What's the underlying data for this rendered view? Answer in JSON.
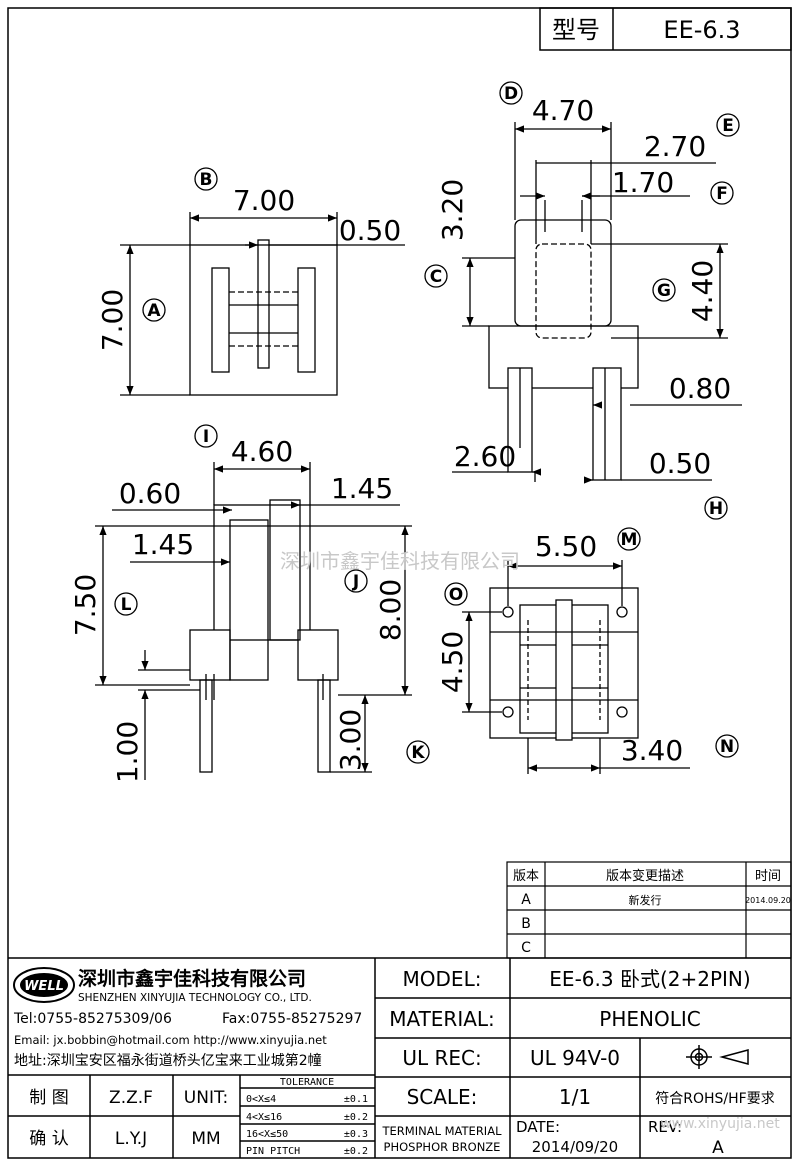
{
  "header": {
    "model_label": "型号",
    "model_value": "EE-6.3"
  },
  "dimensions": {
    "b_width": "7.00",
    "b_pin": "0.50",
    "a_height": "7.00",
    "d_width": "4.70",
    "e_width": "2.70",
    "f_width": "1.70",
    "c_height": "3.20",
    "g_height": "4.40",
    "pin_080": "0.80",
    "pin_260": "2.60",
    "pin_050": "0.50",
    "i_width": "4.60",
    "w_060": "0.60",
    "w_145_top": "1.45",
    "w_145_left": "1.45",
    "l_height": "7.50",
    "j_height": "8.00",
    "k_100": "1.00",
    "k_300": "3.00",
    "m_width": "5.50",
    "o_height": "4.50",
    "n_width": "3.40"
  },
  "markers": [
    "A",
    "B",
    "C",
    "D",
    "E",
    "F",
    "G",
    "H",
    "I",
    "J",
    "K",
    "L",
    "M",
    "N",
    "O"
  ],
  "watermark": "深圳市鑫宇佳科技有限公司",
  "watermark_url": "www.xinyujia.net",
  "revision_table": {
    "headers": [
      "版本",
      "版本变更描述",
      "时间"
    ],
    "rows": [
      {
        "rev": "A",
        "desc": "新发行",
        "date": "2014.09.20"
      },
      {
        "rev": "B",
        "desc": "",
        "date": ""
      },
      {
        "rev": "C",
        "desc": "",
        "date": ""
      }
    ]
  },
  "company": {
    "logo": "WELL",
    "name_cn": "深圳市鑫宇佳科技有限公司",
    "name_en": "SHENZHEN XINYUJIA TECHNOLOGY CO., LTD.",
    "tel": "Tel:0755-85275309/06",
    "fax": "Fax:0755-85275297",
    "email": "Email: jx.bobbin@hotmail.com http://www.xinyujia.net",
    "address": "地址:深圳宝安区福永街道桥头亿宝来工业城第2幢"
  },
  "title_block": {
    "model_label": "MODEL:",
    "model_value": "EE-6.3 卧式(2+2PIN)",
    "material_label": "MATERIAL:",
    "material_value": "PHENOLIC",
    "ulrec_label": "UL REC:",
    "ulrec_value": "UL 94V-0",
    "scale_label": "SCALE:",
    "scale_value": "1/1",
    "rohs": "符合ROHS/HF要求",
    "terminal_line1": "TERMINAL MATERIAL",
    "terminal_line2": "PHOSPHOR BRONZE",
    "date_label": "DATE:",
    "date_value": "2014/09/20",
    "rev_label": "REV:",
    "rev_value": "A",
    "drawn_label": "制 图",
    "drawn_value": "Z.Z.F",
    "checked_label": "确 认",
    "checked_value": "L.Y.J",
    "unit_label": "UNIT:",
    "unit_value": "MM",
    "tolerance_title": "TOLERANCE",
    "tolerance_rows": [
      {
        "range": "0<X≤4",
        "tol": "±0.1"
      },
      {
        "range": "4<X≤16",
        "tol": "±0.2"
      },
      {
        "range": "16<X≤50",
        "tol": "±0.3"
      },
      {
        "range": "PIN PITCH",
        "tol": "±0.2"
      }
    ]
  }
}
